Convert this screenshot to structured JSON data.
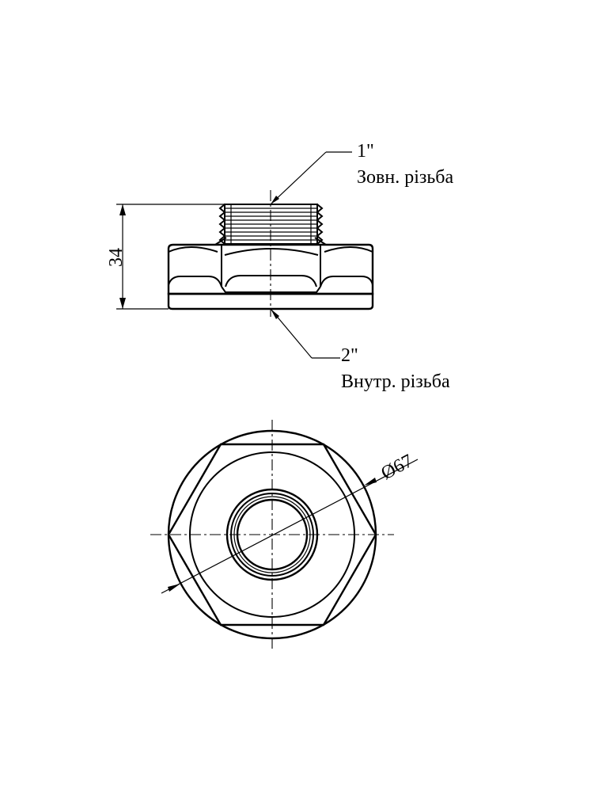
{
  "top_view": {
    "thread_top": {
      "size": "1\"",
      "type": "Зовн. різьба"
    },
    "thread_bottom": {
      "size": "2\"",
      "type": "Внутр. різьба"
    },
    "height_dim": "34"
  },
  "bottom_view": {
    "diameter_dim": "Ø67"
  }
}
